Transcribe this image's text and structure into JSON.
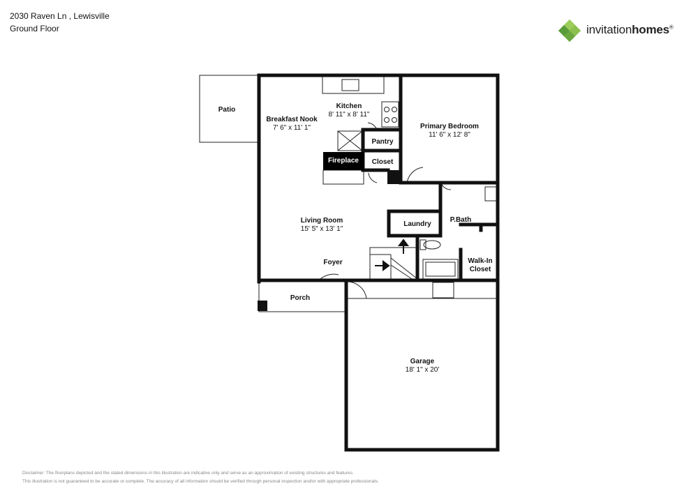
{
  "header": {
    "address": "2030 Raven Ln , Lewisville",
    "floor": "Ground Floor"
  },
  "brand": {
    "name_light": "invitation",
    "name_bold": "homes",
    "colors": {
      "green_dark": "#5a9b3a",
      "green_light": "#9ccd5a",
      "green_mid": "#7bb547"
    }
  },
  "rooms": {
    "patio": {
      "name": "Patio"
    },
    "breakfast_nook": {
      "name": "Breakfast Nook",
      "dims": "7' 6\" x 11' 1\""
    },
    "kitchen": {
      "name": "Kitchen",
      "dims": "8' 11\" x 8' 11\""
    },
    "primary_bedroom": {
      "name": "Primary Bedroom",
      "dims": "11' 6\" x 12' 8\""
    },
    "pantry": {
      "name": "Pantry"
    },
    "fireplace": {
      "name": "Fireplace"
    },
    "closet": {
      "name": "Closet"
    },
    "living_room": {
      "name": "Living Room",
      "dims": "15' 5\" x 13' 1\""
    },
    "laundry": {
      "name": "Laundry"
    },
    "p_bath": {
      "name": "P.Bath"
    },
    "walk_in_closet": {
      "name_line1": "Walk-In",
      "name_line2": "Closet"
    },
    "foyer": {
      "name": "Foyer"
    },
    "porch": {
      "name": "Porch"
    },
    "garage": {
      "name": "Garage",
      "dims": "18' 1\" x 20'"
    }
  },
  "disclaimer": {
    "line1": "Disclaimer: The floorplans depicted and the stated dimensions in this illustration are indicative only and serve as an approximation of existing structures and features.",
    "line2": "This illustration is not guaranteed to be accurate or complete. The accuracy of all information should be verified through personal inspection and/or with appropriate professionals."
  }
}
